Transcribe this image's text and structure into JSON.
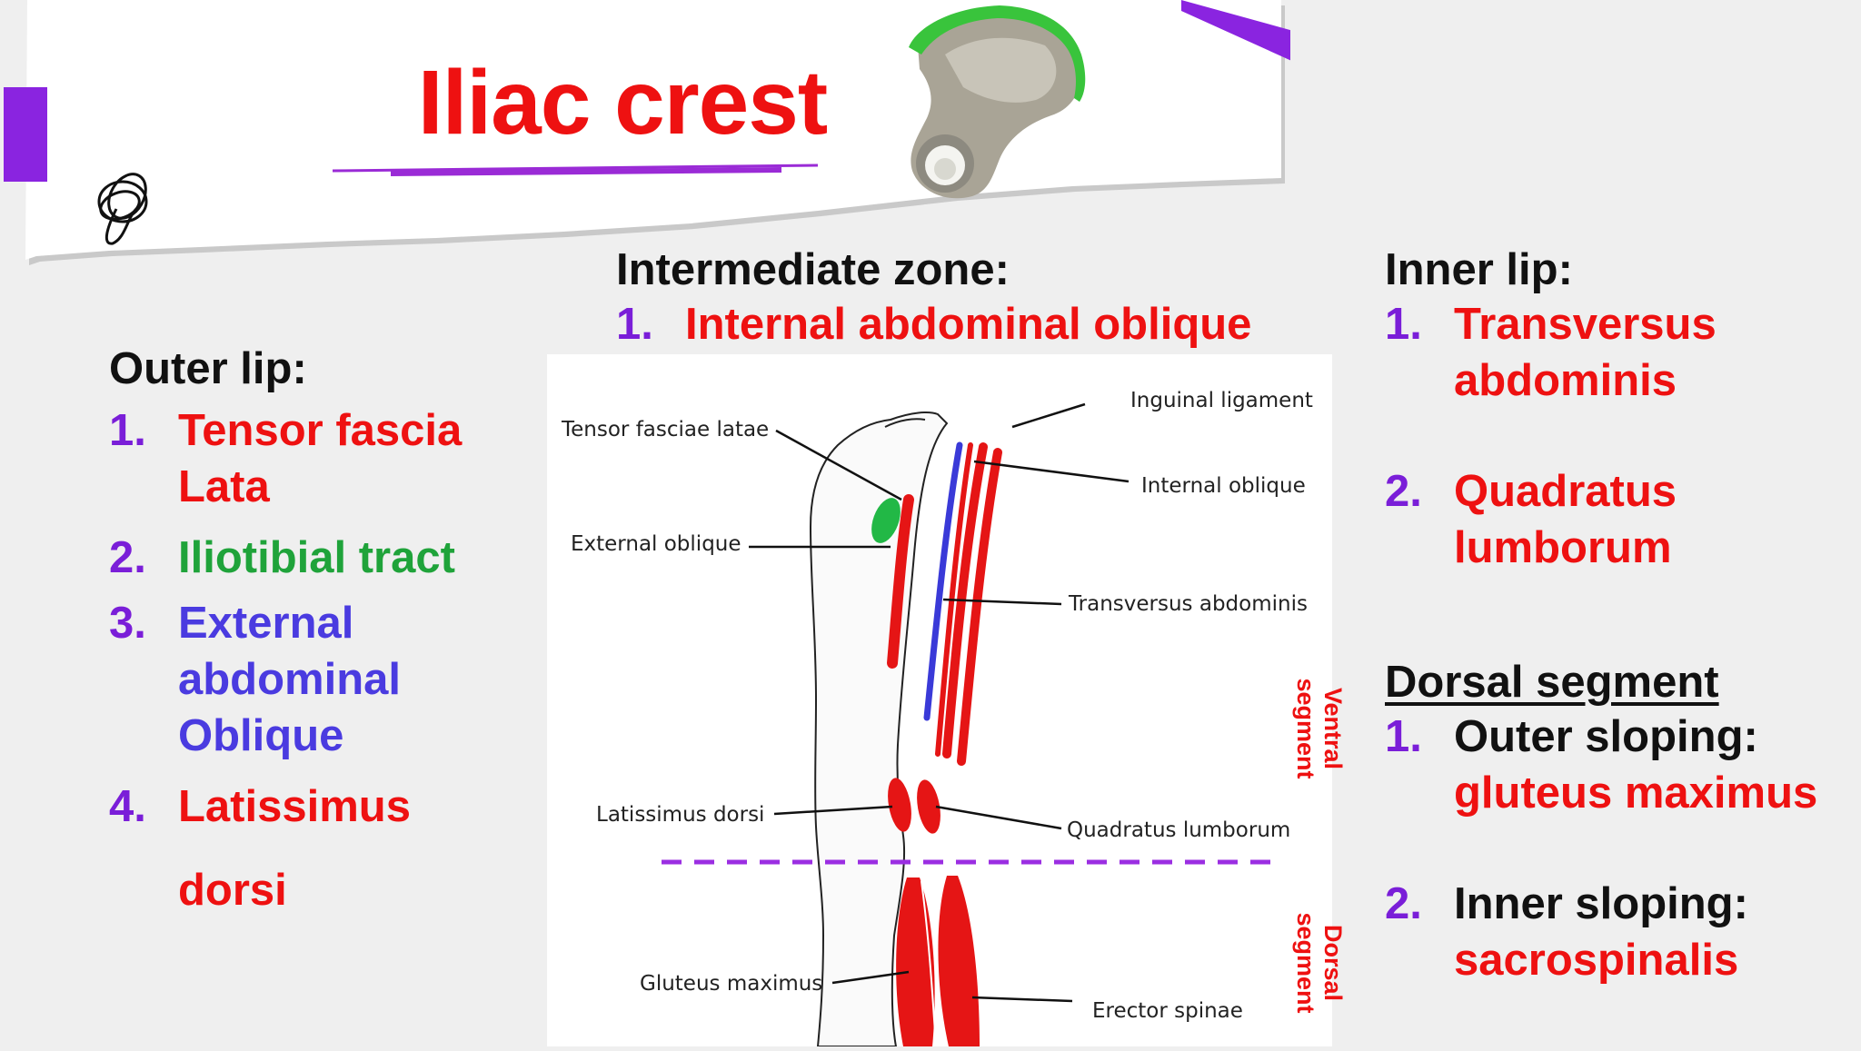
{
  "title": "Iliac crest",
  "accent_purple": "#7a1ed8",
  "accent_red": "#ee1111",
  "outer_lip": {
    "heading": "Outer lip:",
    "items": [
      {
        "num": "1.",
        "line1": "Tensor fascia",
        "line2": "Lata",
        "color": "red"
      },
      {
        "num": "2.",
        "line1": "Iliotibial tract",
        "color": "green"
      },
      {
        "num": "3.",
        "line1": "External",
        "line2": "abdominal",
        "line3": "Oblique",
        "color": "blue"
      },
      {
        "num": "4.",
        "line1": "Latissimus",
        "line2": "dorsi",
        "color": "red"
      }
    ]
  },
  "intermediate": {
    "heading": "Intermediate zone:",
    "items": [
      {
        "num": "1.",
        "text": "Internal abdominal oblique"
      }
    ]
  },
  "inner_lip": {
    "heading": "Inner lip:",
    "items": [
      {
        "num": "1.",
        "line1": "Transversus",
        "line2": "abdominis"
      },
      {
        "num": "2.",
        "line1": "Quadratus",
        "line2": "lumborum"
      }
    ]
  },
  "dorsal_segment": {
    "heading": "Dorsal segment",
    "items": [
      {
        "num": "1.",
        "label": "Outer sloping:",
        "value": "gluteus maximus"
      },
      {
        "num": "2.",
        "label": "Inner sloping:",
        "value": "sacrospinalis"
      }
    ]
  },
  "diagram": {
    "labels": {
      "inguinal": "Inguinal ligament",
      "tfl": "Tensor fasciae latae",
      "internal_oblique": "Internal oblique",
      "external_oblique": "External oblique",
      "transversus": "Transversus abdominis",
      "latissimus": "Latissimus dorsi",
      "quadratus": "Quadratus lumborum",
      "gluteus": "Gluteus maximus",
      "erector": "Erector spinae"
    },
    "ventral_label": "Ventral\nsegment",
    "dorsal_label": "Dorsal\nsegment"
  }
}
